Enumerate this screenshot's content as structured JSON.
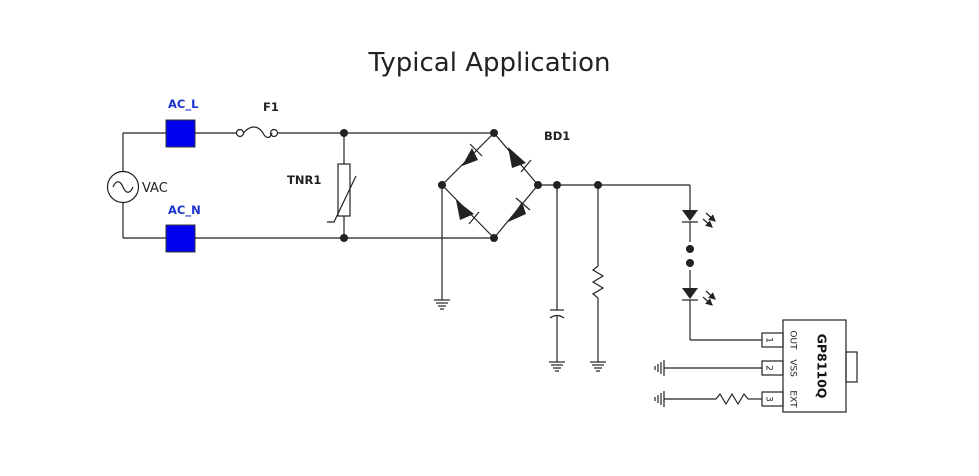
{
  "title": "Typical Application",
  "labels": {
    "ac_l": "AC_L",
    "ac_n": "AC_N",
    "fuse": "F1",
    "varistor": "TNR1",
    "bridge": "BD1",
    "source": "VAC"
  },
  "ic": {
    "name": "GP8110Q",
    "pins": [
      {
        "number": "1",
        "name": "OUT"
      },
      {
        "number": "2",
        "name": "VSS"
      },
      {
        "number": "3",
        "name": "EXT"
      }
    ]
  },
  "colors": {
    "connector": "#0000ee",
    "wire": "#222222",
    "label_blue": "#1a33cc"
  }
}
